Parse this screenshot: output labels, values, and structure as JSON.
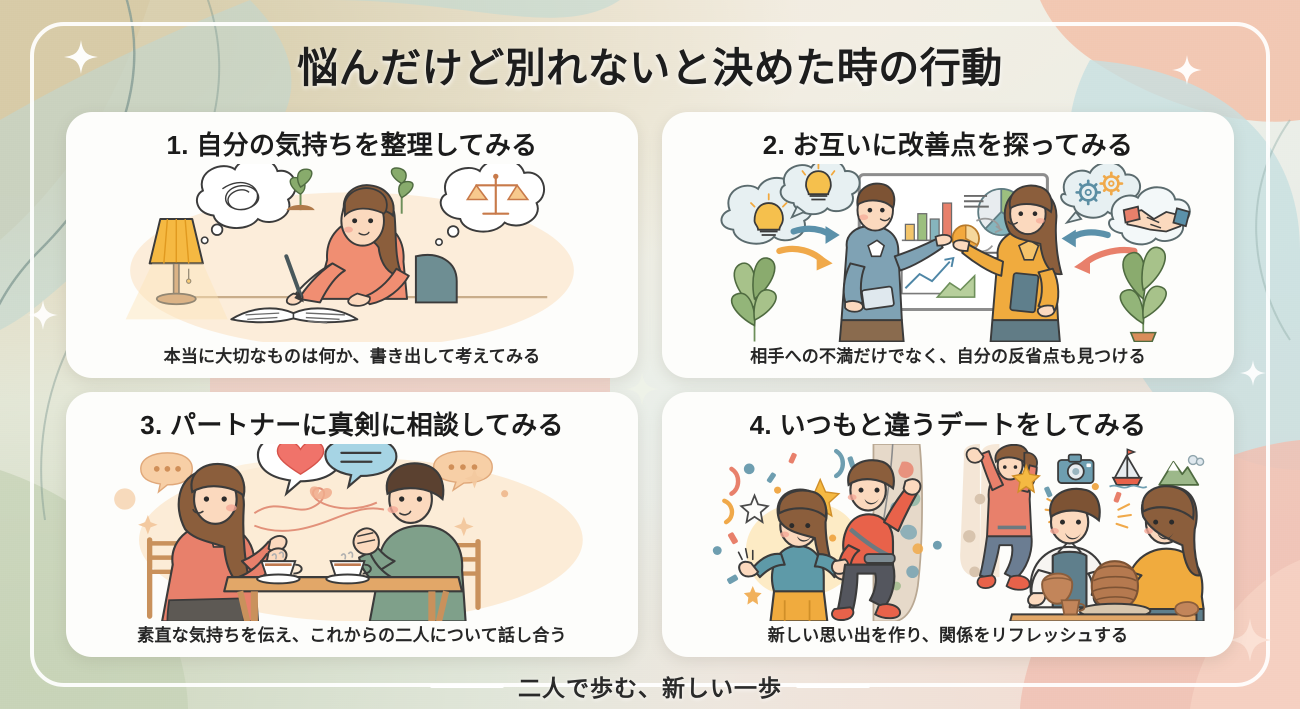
{
  "title": "悩んだけど別れないと決めた時の行動",
  "footer": {
    "text": "二人で歩む、新しい一歩"
  },
  "colors": {
    "title_text": "#1d1d1d",
    "card_background": "#fdfdfb",
    "frame_border": "#ffffff",
    "bg_tan": "#d9cfae",
    "bg_peach": "#f3d9cf",
    "bg_sage": "#cdd6bc",
    "bg_cream": "#f3ece0",
    "bg_blue": "#cfe2e2",
    "accent_coral": "#e8836d",
    "accent_teal": "#7fa6a8",
    "accent_amber": "#f0a93c"
  },
  "cards": [
    {
      "number": "1.",
      "title": "1. 自分の気持ちを整理してみる",
      "caption": "本当に大切なものは何か、書き出して考えてみる",
      "illustration": "woman-journaling-with-lamp-and-thought-bubbles"
    },
    {
      "number": "2.",
      "title": "2. お互いに改善点を探ってみる",
      "caption": "相手への不満だけでなく、自分の反省点も見つける",
      "illustration": "couple-discussing-at-whiteboard-with-charts"
    },
    {
      "number": "3.",
      "title": "3. パートナーに真剣に相談してみる",
      "caption": "素直な気持ちを伝え、これからの二人について話し合う",
      "illustration": "couple-talking-over-coffee-with-heart-bubble"
    },
    {
      "number": "4.",
      "title": "4. いつもと違うデートをしてみる",
      "caption": "新しい思い出を作り、関係をリフレッシュする",
      "illustration": "couple-rock-climbing-and-pottery-date"
    }
  ]
}
